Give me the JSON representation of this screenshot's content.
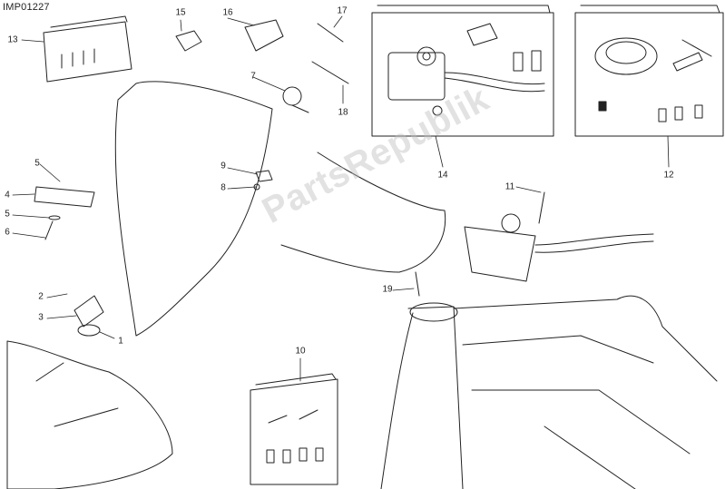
{
  "diagram": {
    "code": "IMP01227",
    "watermark": "PartsRepublik",
    "callouts": [
      {
        "id": "13",
        "label": "13"
      },
      {
        "id": "15",
        "label": "15"
      },
      {
        "id": "16",
        "label": "16"
      },
      {
        "id": "17",
        "label": "17"
      },
      {
        "id": "7",
        "label": "7"
      },
      {
        "id": "18",
        "label": "18"
      },
      {
        "id": "14",
        "label": "14"
      },
      {
        "id": "12",
        "label": "12"
      },
      {
        "id": "5a",
        "label": "5"
      },
      {
        "id": "4",
        "label": "4"
      },
      {
        "id": "5b",
        "label": "5"
      },
      {
        "id": "6",
        "label": "6"
      },
      {
        "id": "9",
        "label": "9"
      },
      {
        "id": "8",
        "label": "8"
      },
      {
        "id": "11",
        "label": "11"
      },
      {
        "id": "19",
        "label": "19"
      },
      {
        "id": "2",
        "label": "2"
      },
      {
        "id": "3",
        "label": "3"
      },
      {
        "id": "1",
        "label": "1"
      },
      {
        "id": "10",
        "label": "10"
      }
    ]
  }
}
